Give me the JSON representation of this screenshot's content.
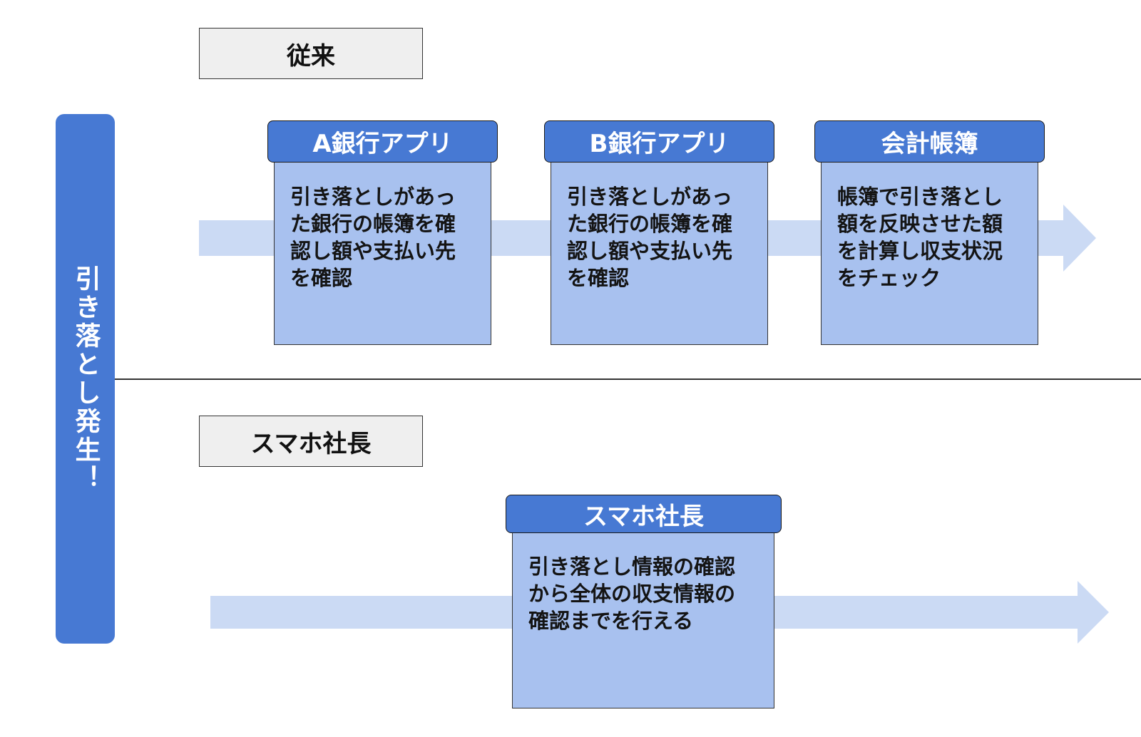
{
  "trigger": {
    "label": "引き落とし発生！"
  },
  "sections": [
    {
      "label": "従来",
      "steps": [
        {
          "title": "A銀行アプリ",
          "text": "引き落としがあっ\nた銀行の帳簿を確\n認し額や支払い先\nを確認"
        },
        {
          "title": "B銀行アプリ",
          "text": "引き落としがあっ\nた銀行の帳簿を確\n認し額や支払い先\nを確認"
        },
        {
          "title": "会計帳簿",
          "text": "帳簿で引き落とし\n額を反映させた額\nを計算し収支状況\nをチェック"
        }
      ]
    },
    {
      "label": "スマホ社長",
      "steps": [
        {
          "title": "スマホ社長",
          "text": "引き落とし情報の確認\nから全体の収支情報の\n確認までを行える"
        }
      ]
    }
  ],
  "colors": {
    "accent": "#4779d3",
    "card_body": "#a8c1ef",
    "arrow": "#cbdaf4",
    "label_bg": "#efefef"
  }
}
